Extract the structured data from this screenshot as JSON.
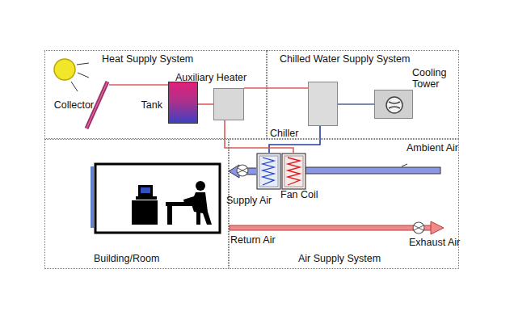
{
  "diagram": {
    "nodes": [
      {
        "text": [
          "Heat Supply System"
        ]
      },
      {
        "text": [
          "Collector"
        ],
        "in": 0
      },
      {
        "text": [
          "Tank"
        ],
        "in": 0
      },
      {
        "text": [
          "Auxiliary Heater"
        ],
        "in": 0
      },
      {
        "text": [
          "Chilled Water Supply System"
        ]
      },
      {
        "text": [
          "Chiller"
        ],
        "in": 4
      },
      {
        "text": [
          "Cooling Tower"
        ],
        "in": 4
      },
      {
        "text": [
          "Building/Room"
        ]
      },
      {
        "text": [
          "Air Supply System"
        ]
      },
      {
        "text": [
          "Fan Coil"
        ],
        "in": 8
      }
    ],
    "edges": [
      {
        "from": 1,
        "to": 2,
        "arrow": "none"
      },
      {
        "from": 2,
        "to": 3,
        "arrow": "none"
      },
      {
        "from": 3,
        "to": 5,
        "arrow": "none"
      },
      {
        "from": 5,
        "to": 6,
        "arrow": "none"
      },
      {
        "from": 5,
        "to": 9,
        "arrow": "none"
      },
      {
        "from": 3,
        "to": 9,
        "arrow": "none"
      },
      {
        "from": 9,
        "to": 7,
        "arrow": "to"
      }
    ],
    "labels": [
      "Supply Air",
      "Ambient Air",
      "Return Air",
      "Exhaust Air"
    ]
  }
}
